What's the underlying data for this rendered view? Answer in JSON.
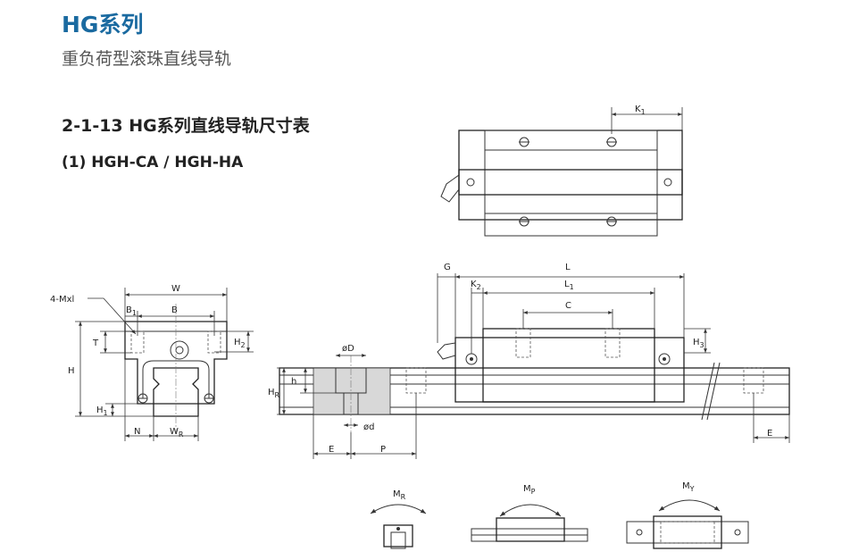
{
  "header": {
    "title": "HG系列",
    "subtitle": "重负荷型滚珠直线导轨"
  },
  "section": {
    "heading": "2-1-13 HG系列直线导轨尺寸表",
    "model": "(1) HGH-CA / HGH-HA"
  },
  "labels": {
    "K1_main": "K",
    "K1_sub": "1",
    "G": "G",
    "L": "L",
    "L1_main": "L",
    "L1_sub": "1",
    "K2_main": "K",
    "K2_sub": "2",
    "C": "C",
    "H3_main": "H",
    "H3_sub": "3",
    "HR_main": "H",
    "HR_sub": "R",
    "h": "h",
    "phiD": "øD",
    "phid": "ød",
    "E_left": "E",
    "P": "P",
    "E_right": "E",
    "W": "W",
    "B1_main": "B",
    "B1_sub": "1",
    "B": "B",
    "T": "T",
    "H2_main": "H",
    "H2_sub": "2",
    "H": "H",
    "H1_main": "H",
    "H1_sub": "1",
    "N": "N",
    "WR_main": "W",
    "WR_sub": "R",
    "mxl": "4-Mxl",
    "MR_main": "M",
    "MR_sub": "R",
    "MP_main": "M",
    "MP_sub": "P",
    "MY_main": "M",
    "MY_sub": "Y"
  }
}
